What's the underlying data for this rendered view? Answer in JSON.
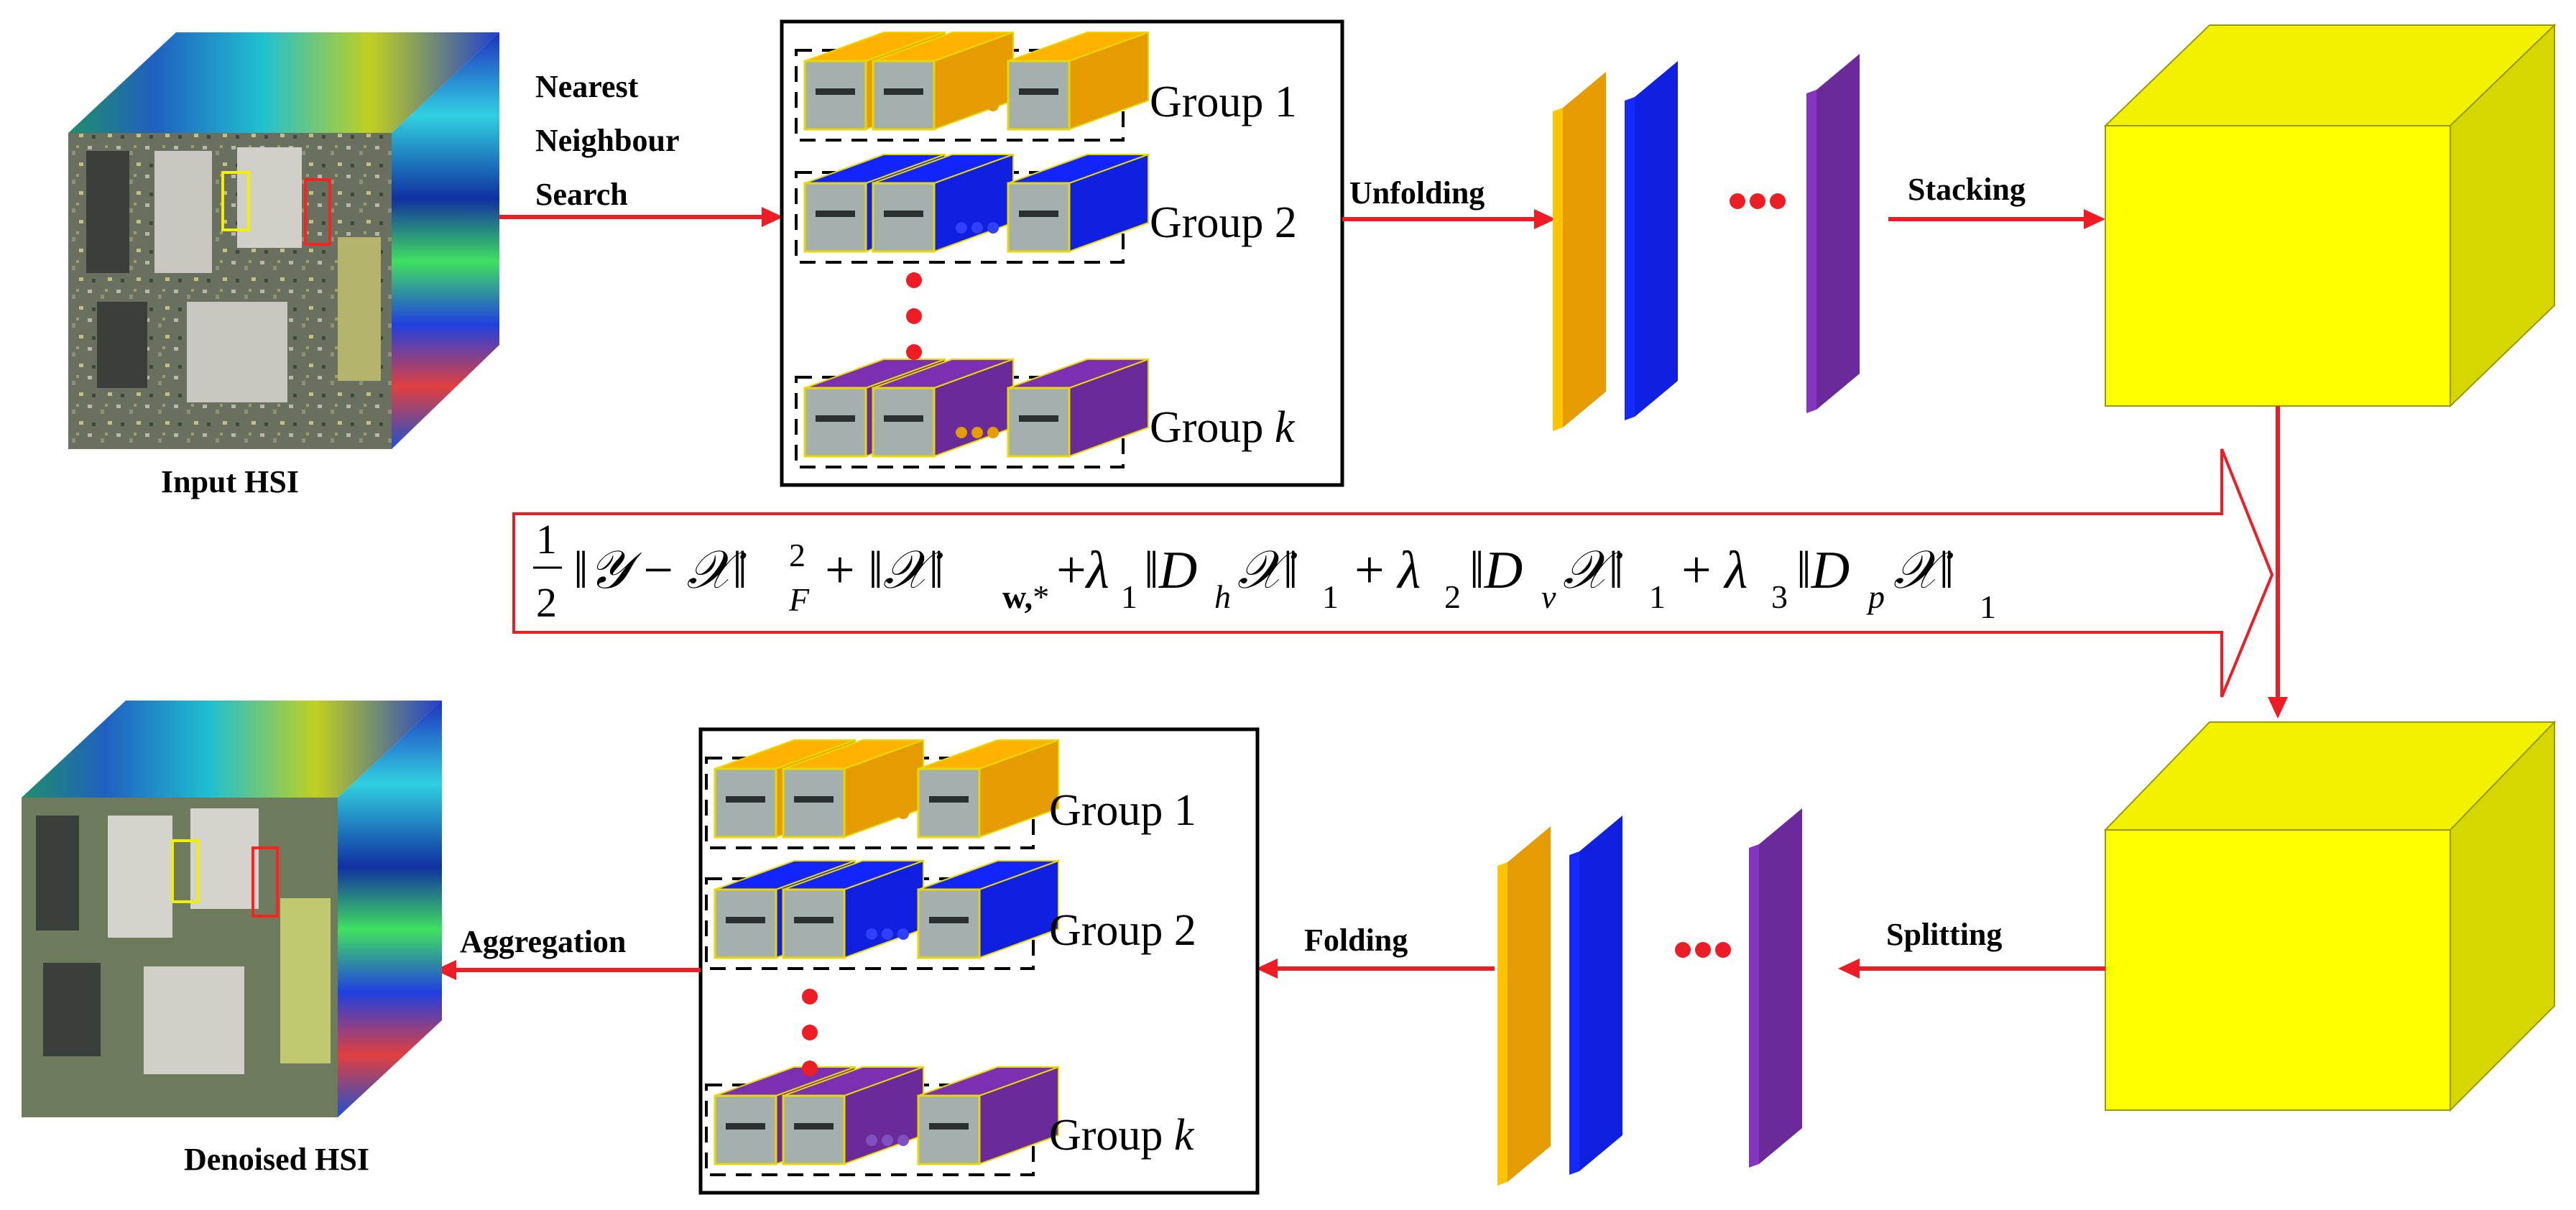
{
  "labels": {
    "input_hsi": "Input HSI",
    "denoised_hsi": "Denoised HSI",
    "nearest_line1": "Nearest",
    "nearest_line2": "Neighbour",
    "nearest_line3": "Search",
    "unfolding": "Unfolding",
    "stacking": "Stacking",
    "splitting": "Splitting",
    "folding": "Folding",
    "aggregation": "Aggregation"
  },
  "groups": {
    "top": [
      {
        "text": "Group 1",
        "italic": false
      },
      {
        "text": "Group 2",
        "italic": false
      },
      {
        "text": "Group ",
        "italic_suffix": "k"
      }
    ],
    "bottom": [
      {
        "text": "Group 1",
        "italic": false
      },
      {
        "text": "Group 2",
        "italic": false
      },
      {
        "text": "Group ",
        "italic_suffix": "k"
      }
    ]
  },
  "formula": {
    "text": "½‖𝒴 − 𝒳‖²_F + ‖𝒳‖_w,* + λ₁‖D_h𝒳‖₁ + λ₂‖D_v𝒳‖₁ + λ₃‖D_p𝒳‖₁"
  },
  "colors": {
    "arrow": "#ee1c24",
    "orange": "#e59c00",
    "blue": "#1020e0",
    "purple": "#6a2a9a",
    "cube_yellow": "#ffff00",
    "cube_side": "#d6d600",
    "cube_top": "#f2f200",
    "patch_border": "#e8d800"
  }
}
